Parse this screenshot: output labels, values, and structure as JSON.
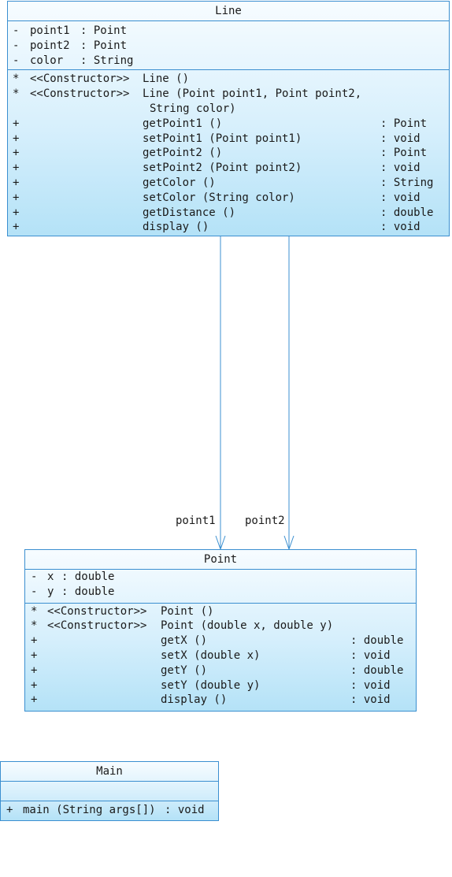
{
  "line_class": {
    "name": "Line",
    "attributes": [
      {
        "vis": "-",
        "name": "point1",
        "type": ": Point"
      },
      {
        "vis": "-",
        "name": "point2",
        "type": ": Point"
      },
      {
        "vis": "-",
        "name": "color",
        "type": ": String"
      }
    ],
    "constructors": [
      {
        "vis": "*",
        "stereo": "<<Constructor>>",
        "sig": "Line ()"
      },
      {
        "vis": "*",
        "stereo": "<<Constructor>>",
        "sig": "Line (Point point1, Point point2,",
        "cont": "String color)"
      }
    ],
    "methods": [
      {
        "vis": "+",
        "sig": "getPoint1 ()",
        "ret": ": Point"
      },
      {
        "vis": "+",
        "sig": "setPoint1 (Point point1)",
        "ret": ": void"
      },
      {
        "vis": "+",
        "sig": "getPoint2 ()",
        "ret": ": Point"
      },
      {
        "vis": "+",
        "sig": "setPoint2 (Point point2)",
        "ret": ": void"
      },
      {
        "vis": "+",
        "sig": "getColor ()",
        "ret": ": String"
      },
      {
        "vis": "+",
        "sig": "setColor (String color)",
        "ret": ": void"
      },
      {
        "vis": "+",
        "sig": "getDistance ()",
        "ret": ": double"
      },
      {
        "vis": "+",
        "sig": "display ()",
        "ret": ": void"
      }
    ]
  },
  "point_class": {
    "name": "Point",
    "attributes": [
      {
        "vis": "-",
        "name": "x",
        "type": ": double"
      },
      {
        "vis": "-",
        "name": "y",
        "type": ": double"
      }
    ],
    "constructors": [
      {
        "vis": "*",
        "stereo": "<<Constructor>>",
        "sig": "Point ()"
      },
      {
        "vis": "*",
        "stereo": "<<Constructor>>",
        "sig": "Point (double x, double y)"
      }
    ],
    "methods": [
      {
        "vis": "+",
        "sig": "getX ()",
        "ret": ": double"
      },
      {
        "vis": "+",
        "sig": "setX (double x)",
        "ret": ": void"
      },
      {
        "vis": "+",
        "sig": "getY ()",
        "ret": ": double"
      },
      {
        "vis": "+",
        "sig": "setY (double y)",
        "ret": ": void"
      },
      {
        "vis": "+",
        "sig": "display ()",
        "ret": ": void"
      }
    ]
  },
  "main_class": {
    "name": "Main",
    "methods": [
      {
        "vis": "+",
        "sig": "main (String args[])",
        "ret": ": void"
      }
    ]
  },
  "associations": [
    {
      "role": "point1",
      "source": "Line",
      "target": "Point"
    },
    {
      "role": "point2",
      "source": "Line",
      "target": "Point"
    }
  ],
  "colors": {
    "border": "#3b8fd0",
    "fill_top": "#f7fcff",
    "fill_bottom": "#b4e2f7"
  }
}
